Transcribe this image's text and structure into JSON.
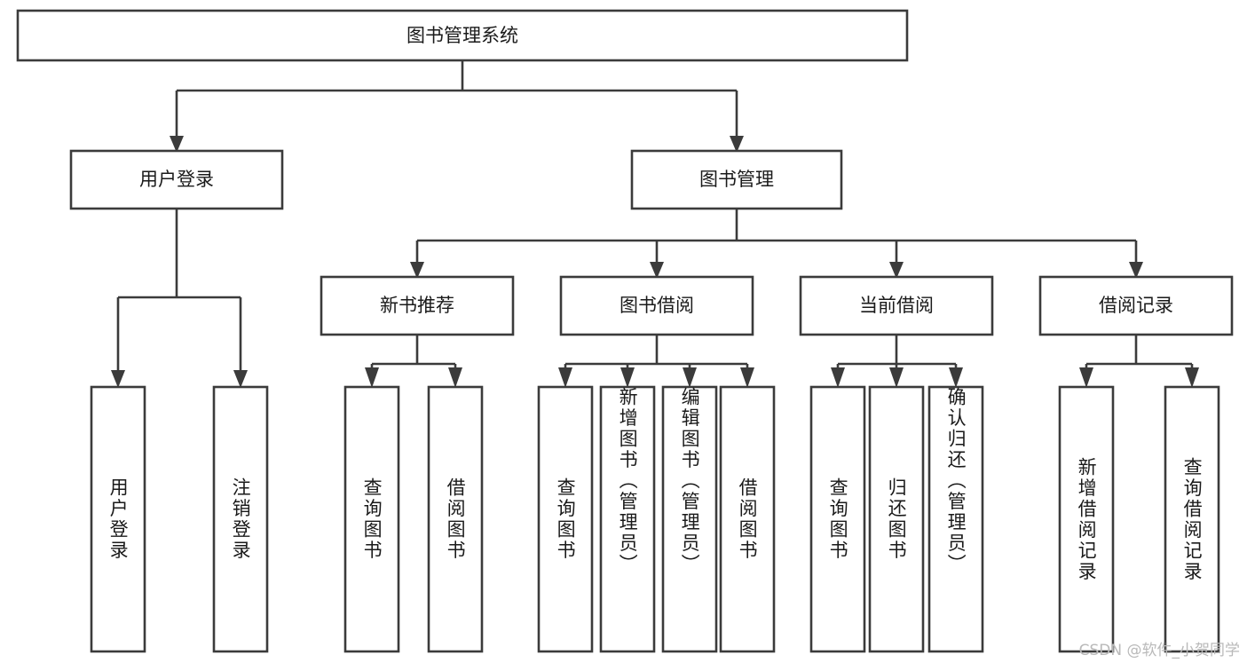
{
  "diagram": {
    "title": "图书管理系统",
    "type": "tree",
    "watermark": "CSDN @软件_小贺同学",
    "colors": {
      "stroke": "#3b3b3b",
      "box_fill": "#ffffff",
      "text": "#1a1a1a",
      "background": "#ffffff",
      "watermark": "#b9b9b9"
    },
    "root": {
      "label": "图书管理系统"
    },
    "level2": [
      {
        "label": "用户登录"
      },
      {
        "label": "图书管理"
      }
    ],
    "level3": [
      {
        "label": "新书推荐"
      },
      {
        "label": "图书借阅"
      },
      {
        "label": "当前借阅"
      },
      {
        "label": "借阅记录"
      }
    ],
    "leaves": {
      "user_login": [
        {
          "label": "用户登录"
        },
        {
          "label": "注销登录"
        }
      ],
      "new_book_recommend": [
        {
          "label": "查询图书"
        },
        {
          "label": "借阅图书"
        }
      ],
      "book_borrow": [
        {
          "label": "查询图书"
        },
        {
          "label": "新增图书（管理员）"
        },
        {
          "label": "编辑图书（管理员）"
        },
        {
          "label": "借阅图书"
        }
      ],
      "current_borrow": [
        {
          "label": "查询图书"
        },
        {
          "label": "归还图书"
        },
        {
          "label": "确认归还（管理员）"
        }
      ],
      "borrow_record": [
        {
          "label": "新增借阅记录"
        },
        {
          "label": "查询借阅记录"
        }
      ]
    }
  }
}
